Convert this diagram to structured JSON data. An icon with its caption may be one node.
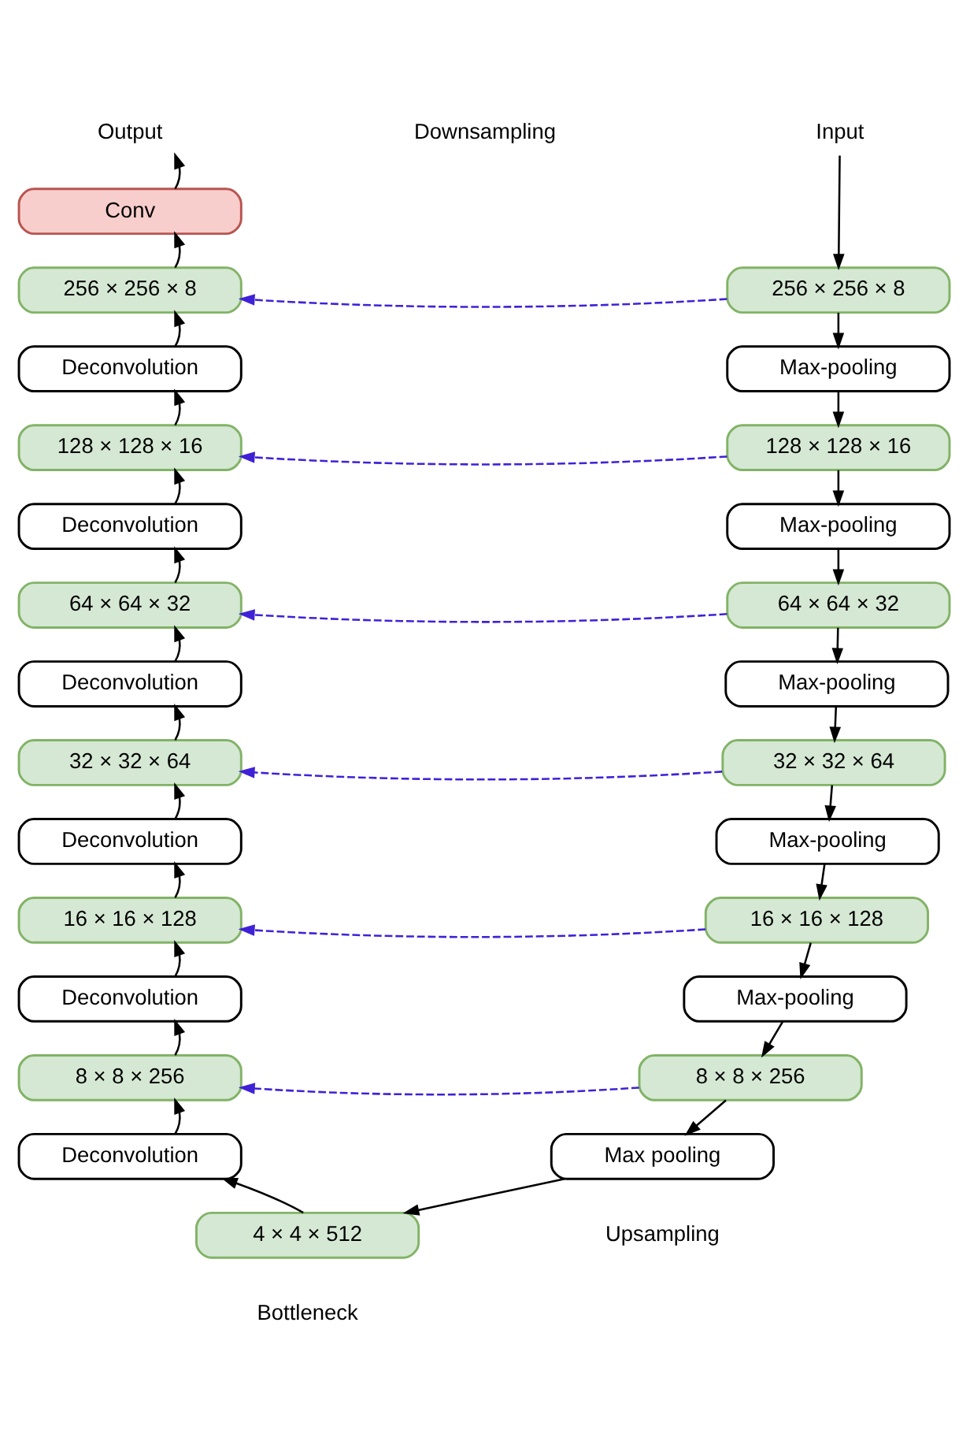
{
  "diagram": {
    "nodes": [
      {
        "text": [
          "Input"
        ]
      },
      {
        "text": [
          "256 × 256 × 8"
        ]
      },
      {
        "text": [
          "Max-pooling"
        ]
      },
      {
        "text": [
          "128 × 128 × 16"
        ]
      },
      {
        "text": [
          "Max-pooling"
        ]
      },
      {
        "text": [
          "64 × 64 × 32"
        ]
      },
      {
        "text": [
          "Max-pooling"
        ]
      },
      {
        "text": [
          "32 × 32 × 64"
        ]
      },
      {
        "text": [
          "Max-pooling"
        ]
      },
      {
        "text": [
          "16 × 16 × 128"
        ]
      },
      {
        "text": [
          "Max-pooling"
        ]
      },
      {
        "text": [
          "8 × 8 × 256"
        ]
      },
      {
        "text": [
          "Max pooling"
        ]
      },
      {
        "text": [
          "4 × 4 × 512"
        ]
      },
      {
        "text": [
          "Output"
        ]
      },
      {
        "text": [
          "Conv"
        ]
      },
      {
        "text": [
          "256 × 256 × 8"
        ]
      },
      {
        "text": [
          "Deconvolution"
        ]
      },
      {
        "text": [
          "128 × 128 × 16"
        ]
      },
      {
        "text": [
          "Deconvolution"
        ]
      },
      {
        "text": [
          "64 × 64 × 32"
        ]
      },
      {
        "text": [
          "Deconvolution"
        ]
      },
      {
        "text": [
          "32 × 32 × 64"
        ]
      },
      {
        "text": [
          "Deconvolution"
        ]
      },
      {
        "text": [
          "16 × 16 × 128"
        ]
      },
      {
        "text": [
          "Deconvolution"
        ]
      },
      {
        "text": [
          "8 × 8 × 256"
        ]
      },
      {
        "text": [
          "Deconvolution"
        ]
      }
    ],
    "edges": [
      {
        "from": 0,
        "to": 1,
        "arrow": "to"
      },
      {
        "from": 1,
        "to": 2,
        "arrow": "to"
      },
      {
        "from": 2,
        "to": 3,
        "arrow": "to"
      },
      {
        "from": 3,
        "to": 4,
        "arrow": "to"
      },
      {
        "from": 4,
        "to": 5,
        "arrow": "to"
      },
      {
        "from": 5,
        "to": 6,
        "arrow": "to"
      },
      {
        "from": 6,
        "to": 7,
        "arrow": "to"
      },
      {
        "from": 7,
        "to": 8,
        "arrow": "to"
      },
      {
        "from": 8,
        "to": 9,
        "arrow": "to"
      },
      {
        "from": 9,
        "to": 10,
        "arrow": "to"
      },
      {
        "from": 10,
        "to": 11,
        "arrow": "to"
      },
      {
        "from": 11,
        "to": 12,
        "arrow": "to"
      },
      {
        "from": 12,
        "to": 13,
        "arrow": "to"
      },
      {
        "from": 13,
        "to": 27,
        "arrow": "to"
      },
      {
        "from": 27,
        "to": 26,
        "arrow": "to"
      },
      {
        "from": 26,
        "to": 25,
        "arrow": "to"
      },
      {
        "from": 25,
        "to": 24,
        "arrow": "to"
      },
      {
        "from": 24,
        "to": 23,
        "arrow": "to"
      },
      {
        "from": 23,
        "to": 22,
        "arrow": "to"
      },
      {
        "from": 22,
        "to": 21,
        "arrow": "to"
      },
      {
        "from": 21,
        "to": 20,
        "arrow": "to"
      },
      {
        "from": 20,
        "to": 19,
        "arrow": "to"
      },
      {
        "from": 19,
        "to": 18,
        "arrow": "to"
      },
      {
        "from": 18,
        "to": 17,
        "arrow": "to"
      },
      {
        "from": 17,
        "to": 16,
        "arrow": "to"
      },
      {
        "from": 16,
        "to": 15,
        "arrow": "to"
      },
      {
        "from": 15,
        "to": 14,
        "arrow": "to"
      },
      {
        "from": 1,
        "to": 16,
        "arrow": "to",
        "style": "dashed",
        "color": "#3f22d6"
      },
      {
        "from": 3,
        "to": 18,
        "arrow": "to",
        "style": "dashed",
        "color": "#3f22d6"
      },
      {
        "from": 5,
        "to": 20,
        "arrow": "to",
        "style": "dashed",
        "color": "#3f22d6"
      },
      {
        "from": 7,
        "to": 22,
        "arrow": "to",
        "style": "dashed",
        "color": "#3f22d6"
      },
      {
        "from": 9,
        "to": 24,
        "arrow": "to",
        "style": "dashed",
        "color": "#3f22d6"
      },
      {
        "from": 11,
        "to": 26,
        "arrow": "to",
        "style": "dashed",
        "color": "#3f22d6"
      }
    ],
    "labels": [
      "Downsampling",
      "Upsampling",
      "Bottleneck"
    ]
  }
}
